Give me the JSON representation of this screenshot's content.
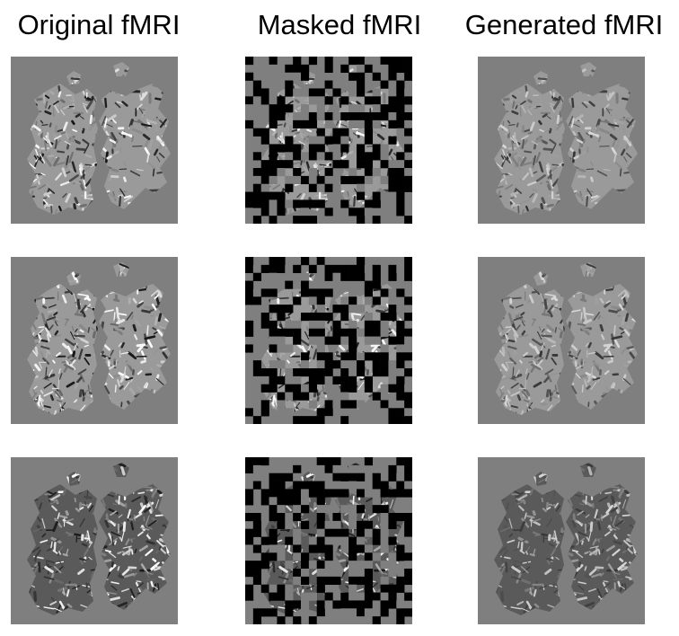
{
  "figure": {
    "columns": [
      {
        "title": "Original fMRI"
      },
      {
        "title": "Masked fMRI"
      },
      {
        "title": "Generated fMRI"
      }
    ],
    "rows": 3,
    "panel_kind": [
      "original",
      "masked",
      "generated"
    ]
  },
  "colors": {
    "background": "#ffffff",
    "panel_gray": "#7f7f7f",
    "mask_black": "#000000"
  }
}
